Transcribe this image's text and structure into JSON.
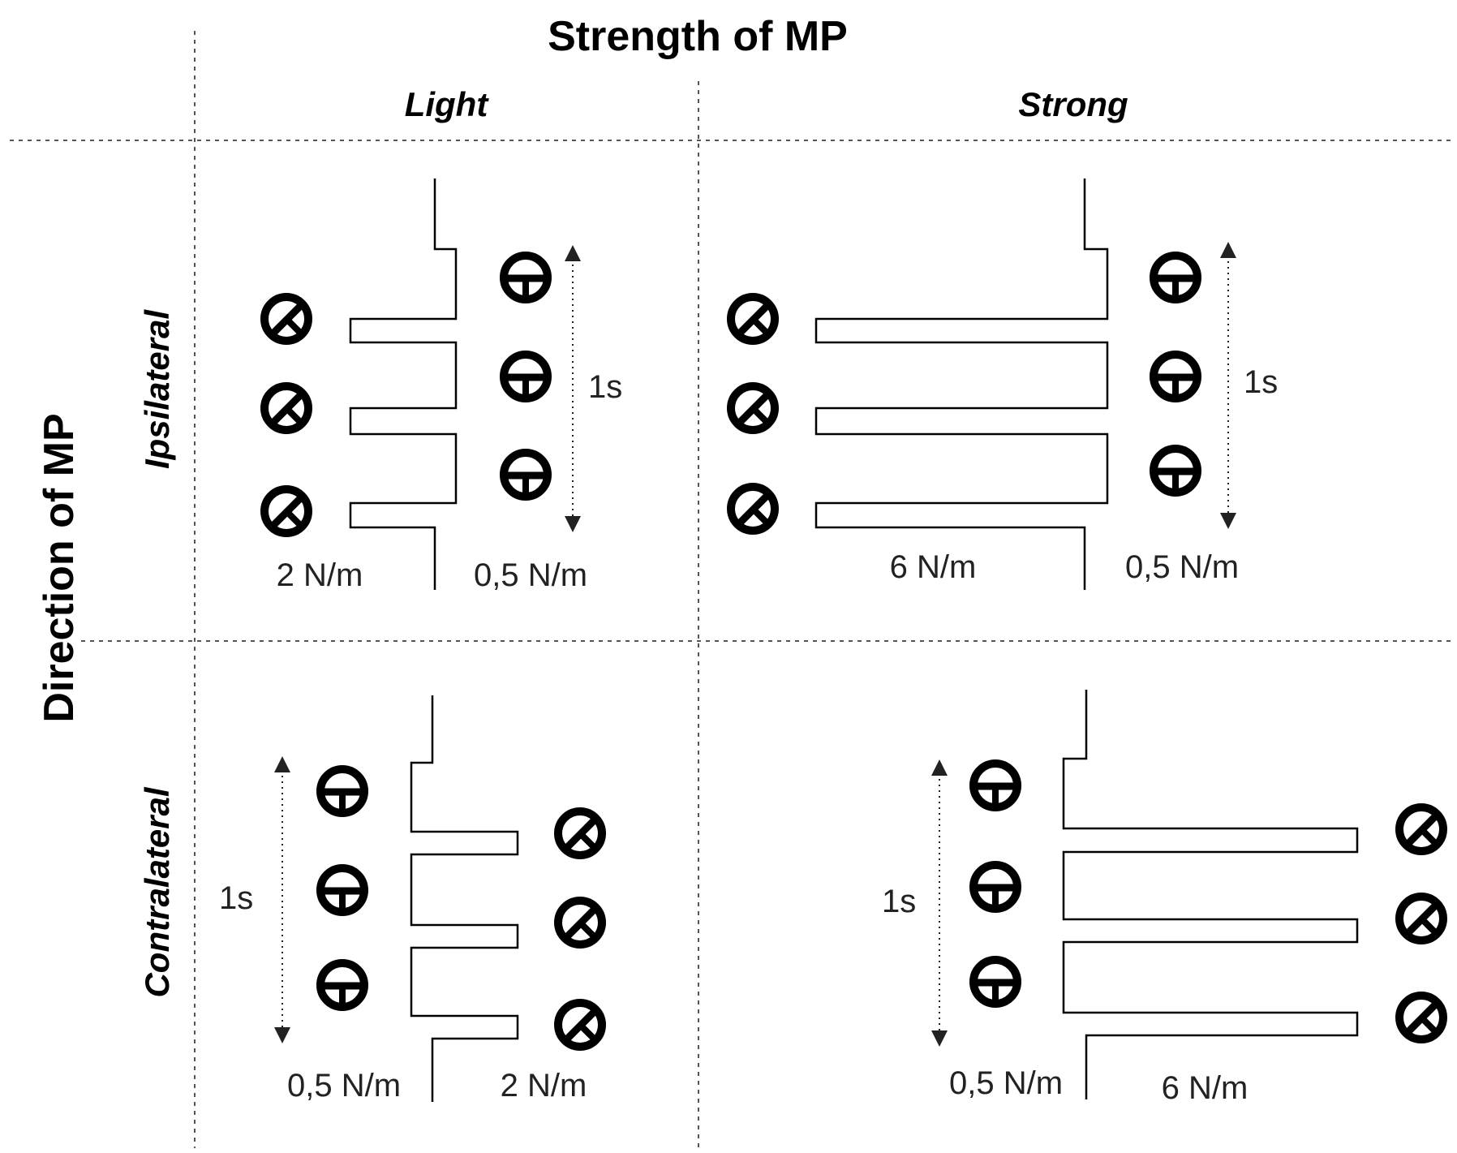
{
  "title": "Strength of MP",
  "row_axis_title": "Direction of MP",
  "columns": [
    "Light",
    "Strong"
  ],
  "rows": [
    "Ipsilateral",
    "Contralateral"
  ],
  "panels": [
    {
      "id": "ipsi-light",
      "left_stiffness": "2 N/m",
      "right_stiffness": "0,5 N/m",
      "time_label": "1s"
    },
    {
      "id": "ipsi-strong",
      "left_stiffness": "6 N/m",
      "right_stiffness": "0,5 N/m",
      "time_label": "1s"
    },
    {
      "id": "contra-light",
      "left_stiffness": "0,5 N/m",
      "right_stiffness": "2 N/m",
      "time_label": "1s"
    },
    {
      "id": "contra-strong",
      "left_stiffness": "0,5 N/m",
      "right_stiffness": "6 N/m",
      "time_label": "1s"
    }
  ],
  "icons": {
    "wheel_straight": "steering-wheel-straight-icon",
    "wheel_turned": "steering-wheel-turned-icon"
  },
  "colors": {
    "ink": "#000000",
    "grid": "#555555",
    "background": "#ffffff"
  }
}
